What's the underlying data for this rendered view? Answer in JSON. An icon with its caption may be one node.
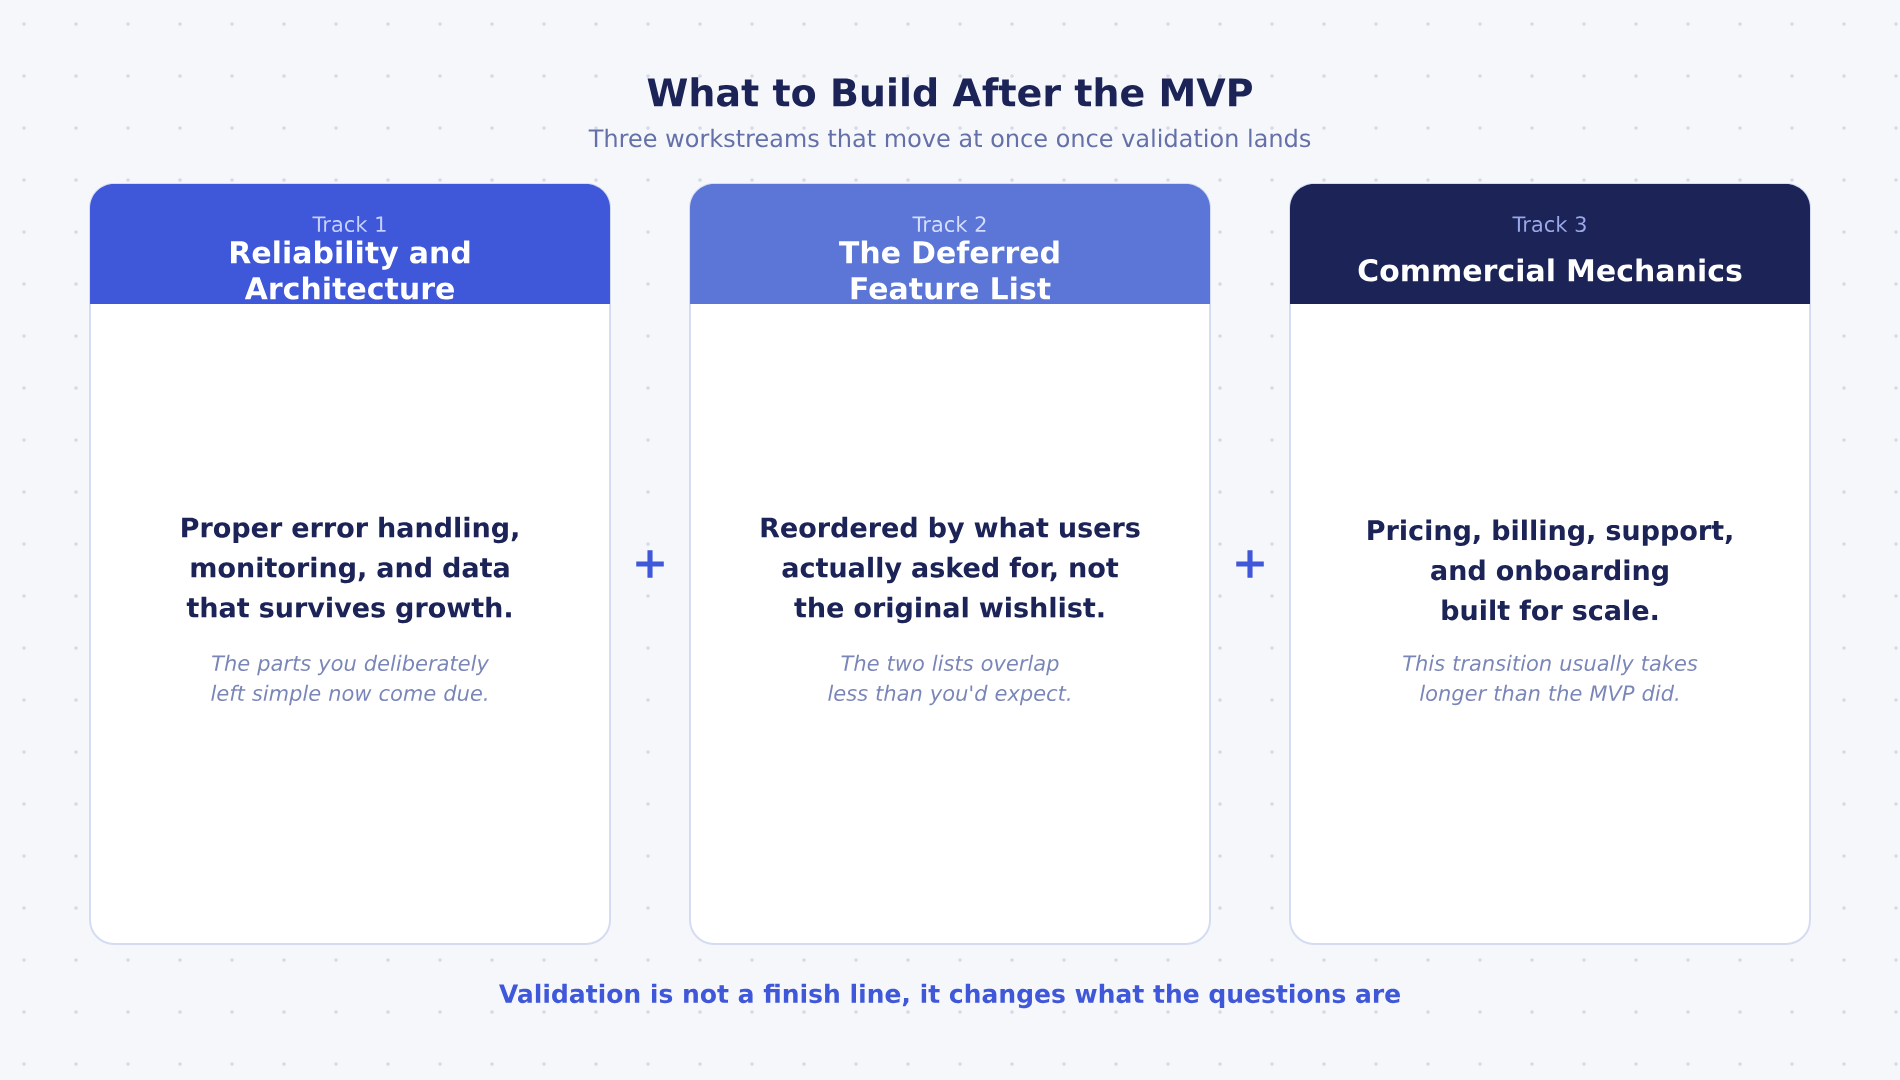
{
  "diagram": {
    "title": "What to Build After the MVP",
    "nodes": [
      {
        "text": [
          "Track 1",
          "Reliability and Architecture",
          "Proper error handling, monitoring, and data that survives growth.",
          "The parts you deliberately left simple now come due."
        ]
      },
      {
        "text": [
          "Track 2",
          "The Deferred Feature List",
          "Reordered by what users actually asked for, not the original wishlist.",
          "The two lists overlap less than you'd expect."
        ]
      },
      {
        "text": [
          "Track 3",
          "Commercial Mechanics",
          "Pricing, billing, support, and onboarding built for scale.",
          "This transition usually takes longer than the MVP did."
        ]
      }
    ],
    "labels": [
      "Three workstreams that move at once once validation lands",
      "+",
      "+",
      "Validation is not a finish line, it changes what the questions are"
    ]
  }
}
